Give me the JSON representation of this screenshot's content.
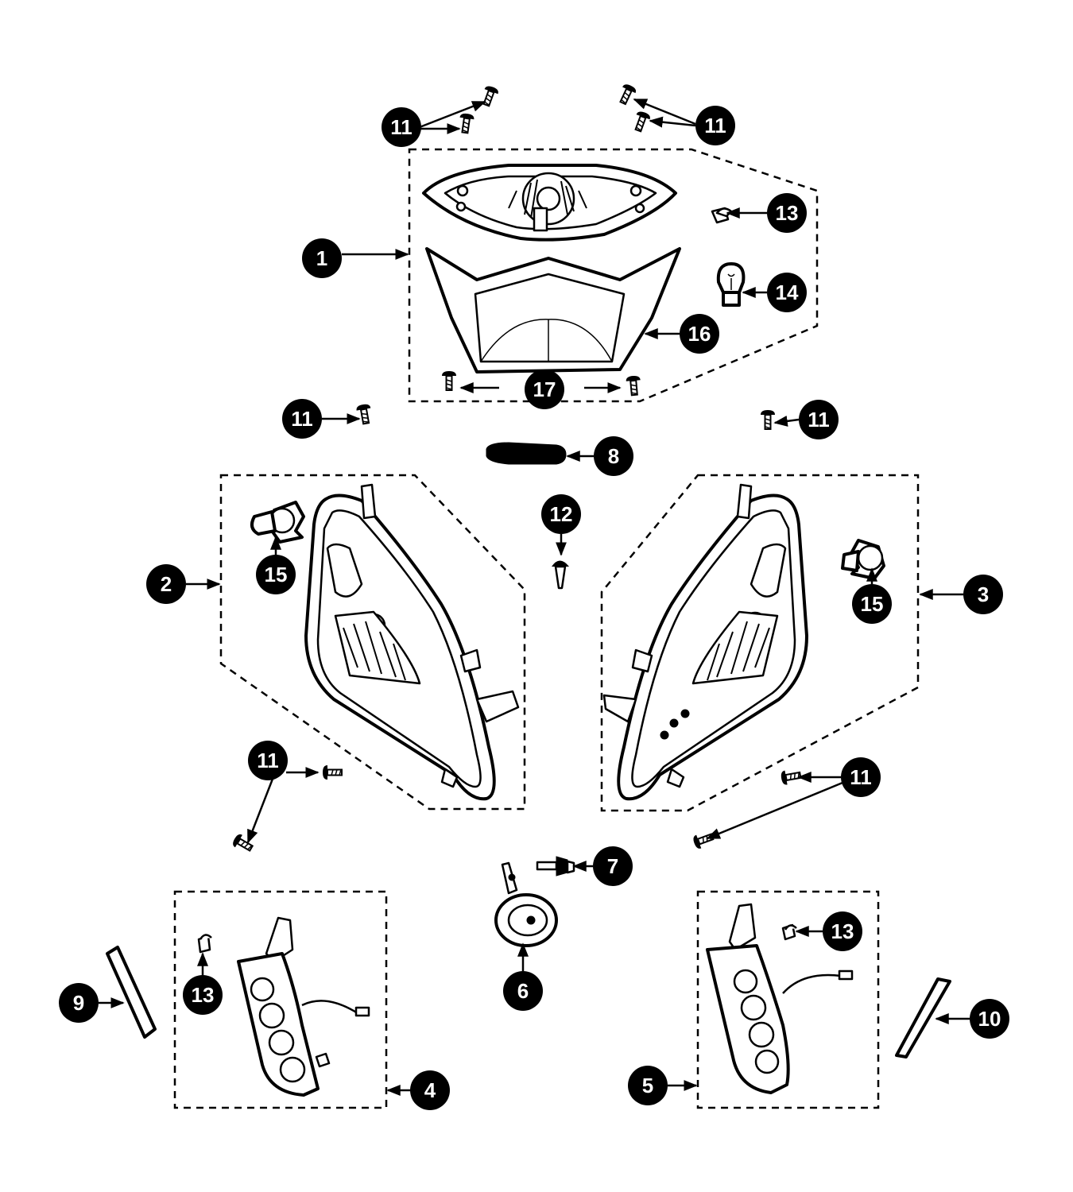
{
  "diagram": {
    "colors": {
      "ink": "#000000",
      "paper": "#ffffff"
    },
    "callouts": [
      {
        "id": "c11a",
        "label": "11"
      },
      {
        "id": "c11b",
        "label": "11"
      },
      {
        "id": "c13a",
        "label": "13"
      },
      {
        "id": "c1",
        "label": "1"
      },
      {
        "id": "c14",
        "label": "14"
      },
      {
        "id": "c16",
        "label": "16"
      },
      {
        "id": "c17",
        "label": "17"
      },
      {
        "id": "c11c",
        "label": "11"
      },
      {
        "id": "c11d",
        "label": "11"
      },
      {
        "id": "c8",
        "label": "8"
      },
      {
        "id": "c12",
        "label": "12"
      },
      {
        "id": "c2",
        "label": "2"
      },
      {
        "id": "c15a",
        "label": "15"
      },
      {
        "id": "c15b",
        "label": "15"
      },
      {
        "id": "c3",
        "label": "3"
      },
      {
        "id": "c11e",
        "label": "11"
      },
      {
        "id": "c11f",
        "label": "11"
      },
      {
        "id": "c7",
        "label": "7"
      },
      {
        "id": "c6",
        "label": "6"
      },
      {
        "id": "c13b",
        "label": "13"
      },
      {
        "id": "c13c",
        "label": "13"
      },
      {
        "id": "c9",
        "label": "9"
      },
      {
        "id": "c4",
        "label": "4"
      },
      {
        "id": "c5",
        "label": "5"
      },
      {
        "id": "c10",
        "label": "10"
      }
    ]
  }
}
